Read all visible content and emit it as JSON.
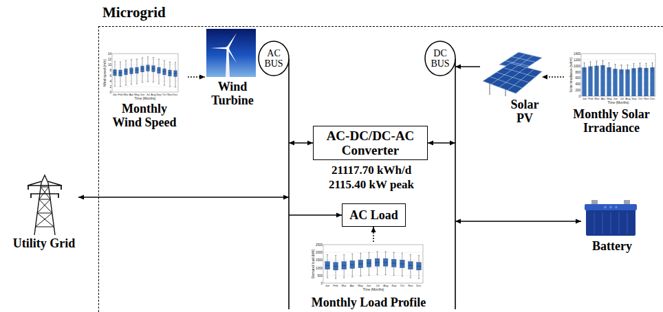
{
  "diagram": {
    "nodes": [
      {
        "text": [
          "Microgrid"
        ]
      },
      {
        "text": [
          "AC BUS"
        ],
        "in": 0
      },
      {
        "text": [
          "DC BUS"
        ],
        "in": 0
      },
      {
        "text": [
          "Monthly Wind Speed"
        ],
        "in": 0
      },
      {
        "text": [
          "Wind Turbine"
        ],
        "in": 0
      },
      {
        "text": [
          "Solar PV"
        ],
        "in": 0
      },
      {
        "text": [
          "Monthly Solar Irradiance"
        ],
        "in": 0
      },
      {
        "text": [
          "AC-DC/DC-AC Converter"
        ],
        "in": 0
      },
      {
        "text": [
          "AC Load"
        ],
        "in": 0
      },
      {
        "text": [
          "Battery"
        ],
        "in": 0
      },
      {
        "text": [
          "Utility Grid"
        ]
      },
      {
        "text": [
          "Monthly Load Profile"
        ],
        "in": 0
      }
    ],
    "edges": [
      {
        "from": 3,
        "to": 4,
        "arrow": "to"
      },
      {
        "from": 4,
        "to": 1,
        "arrow": "to"
      },
      {
        "from": 6,
        "to": 5,
        "arrow": "to"
      },
      {
        "from": 5,
        "to": 2,
        "arrow": "to"
      },
      {
        "from": 7,
        "to": 1,
        "arrow": "both"
      },
      {
        "from": 7,
        "to": 2,
        "arrow": "both"
      },
      {
        "from": 10,
        "to": 1,
        "arrow": "both"
      },
      {
        "from": 1,
        "to": 8,
        "arrow": "to"
      },
      {
        "from": 2,
        "to": 9,
        "arrow": "both"
      },
      {
        "from": 11,
        "to": 8,
        "arrow": "to"
      }
    ],
    "labels": [
      "21117.70 kWh/d",
      "2115.40 kW peak",
      "Wind speed (m/s)",
      "Jan",
      "Feb",
      "Mar",
      "Apr",
      "May",
      "Jun",
      "Jul",
      "Aug",
      "Sep",
      "Oct",
      "Nov",
      "Dec",
      "Time (Months)",
      "0",
      "2",
      "4",
      "6",
      "8",
      "10",
      "12",
      "14",
      "Solar irradiance (w/m²)",
      "Jan",
      "Feb",
      "Mar",
      "Apr",
      "May",
      "Jun",
      "Jul",
      "Aug",
      "Sep",
      "Oct",
      "Nov",
      "Dec",
      "Time (Months)",
      "0",
      "200",
      "400",
      "600",
      "800",
      "1000",
      "1200",
      "1400",
      "Demand load (kW)",
      "Jan",
      "Feb",
      "Mar",
      "Apr",
      "May",
      "Jun",
      "Jul",
      "Aug",
      "Sep",
      "Oct",
      "Nov",
      "Dec",
      "Time (Months)",
      "0",
      "500",
      "1000",
      "1500",
      "2000",
      "2500"
    ]
  }
}
